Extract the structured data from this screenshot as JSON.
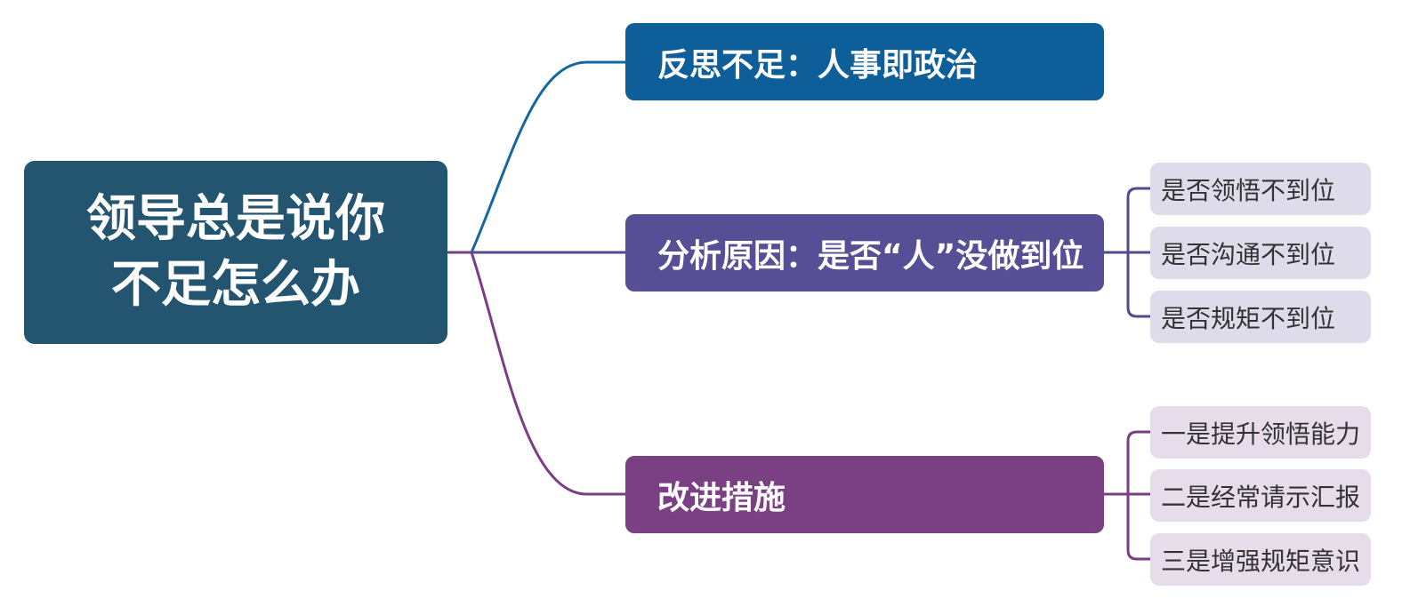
{
  "root": {
    "line1": "领导总是说你",
    "line2": "不足怎么办",
    "color": "#245570"
  },
  "branches": [
    {
      "label": "反思不足：人事即政治",
      "color": "#0e5e99",
      "line_color": "#1666a0",
      "children": []
    },
    {
      "label": "分析原因：是否“人”没做到位",
      "color": "#574f96",
      "line_color": "#4f4a92",
      "leaf_color": "#dedcea",
      "children": [
        {
          "label": "是否领悟不到位"
        },
        {
          "label": "是否沟通不到位"
        },
        {
          "label": "是否规矩不到位"
        }
      ]
    },
    {
      "label": "改进措施",
      "color": "#7b3f84",
      "line_color": "#7a3e85",
      "leaf_color": "#e6dcea",
      "children": [
        {
          "label": "一是提升领悟能力"
        },
        {
          "label": "二是经常请示汇报"
        },
        {
          "label": "三是增强规矩意识"
        }
      ]
    }
  ]
}
